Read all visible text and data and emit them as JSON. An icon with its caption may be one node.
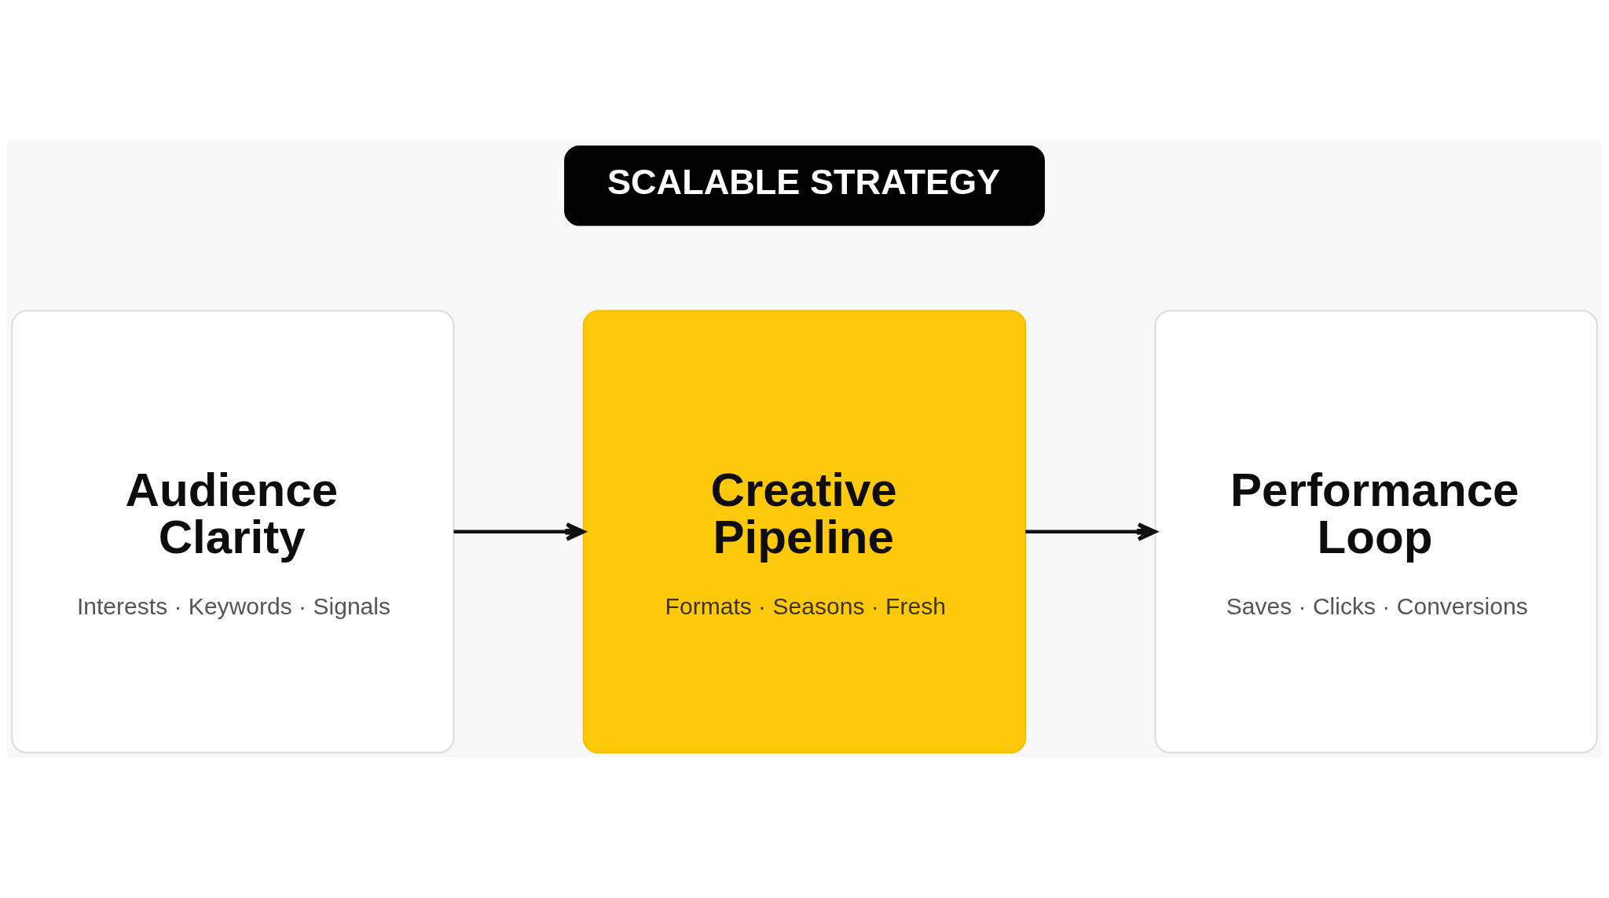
{
  "diagram": {
    "nodes": [
      {
        "text": [
          "SCALABLE STRATEGY"
        ]
      },
      {
        "text": [
          "Audience Clarity",
          "Interests · Keywords · Signals"
        ]
      },
      {
        "text": [
          "Creative Pipeline",
          "Formats · Seasons · Fresh"
        ]
      },
      {
        "text": [
          "Performance Loop",
          "Saves · Clicks · Conversions"
        ]
      }
    ],
    "edges": [
      {
        "from": 1,
        "to": 2,
        "arrow": "to"
      },
      {
        "from": 2,
        "to": 3,
        "arrow": "to"
      }
    ]
  }
}
